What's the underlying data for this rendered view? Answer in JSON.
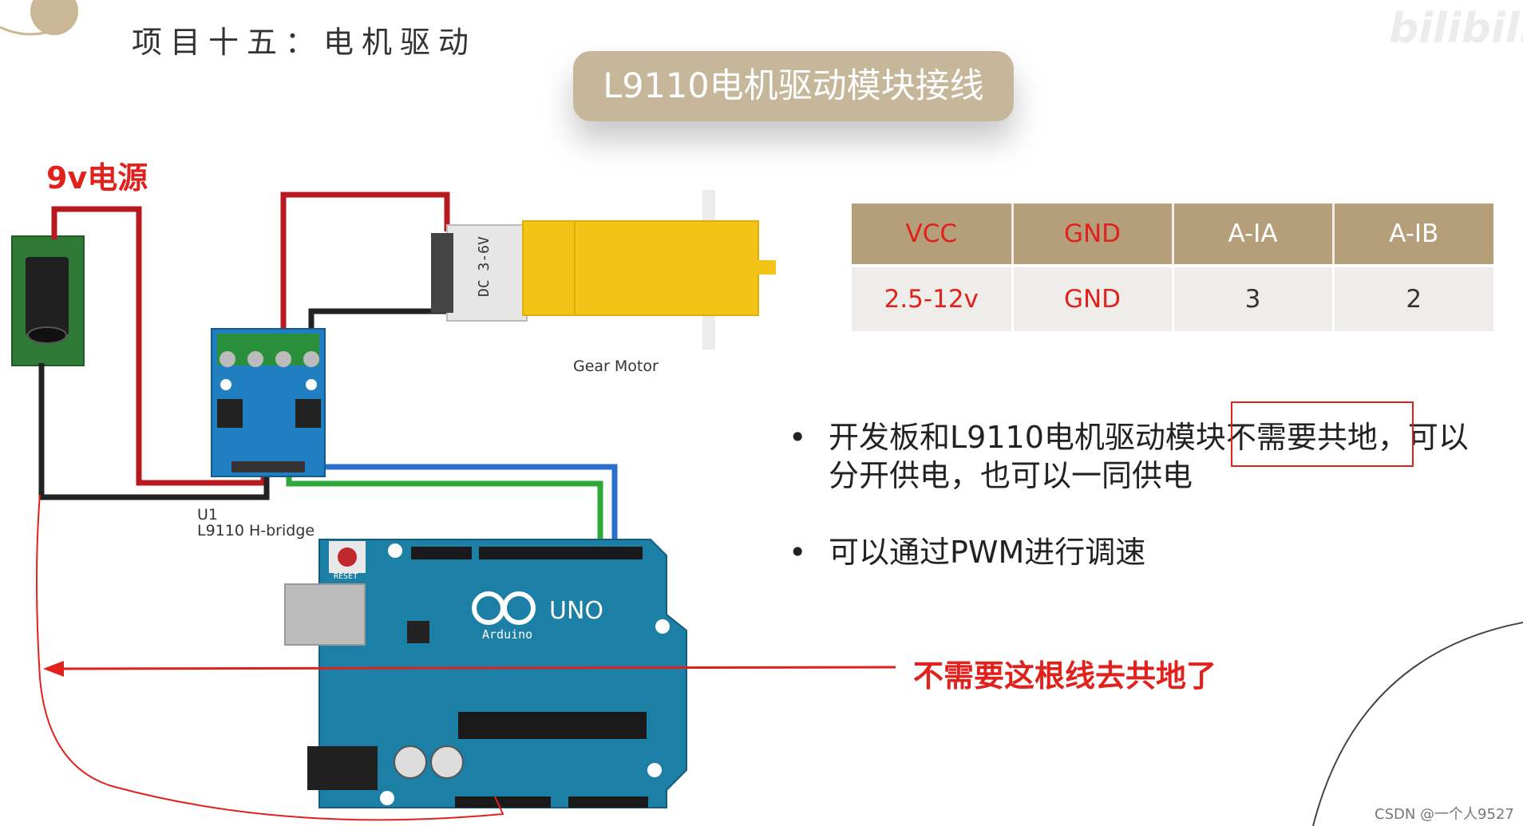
{
  "slide": {
    "title": "项目十五：电机驱动",
    "banner": "L9110电机驱动模块接线"
  },
  "diagram": {
    "power_label": "9v电源",
    "motor_label": "Gear Motor",
    "motor_voltage": "DC 3-6V",
    "driver_ref": "U1",
    "driver_label": "L9110 H-bridge",
    "board_model": "UNO",
    "board_brand": "Arduino",
    "board_reset": "RESET",
    "annotation": "不需要这根线去共地了"
  },
  "pin_table": {
    "headers": [
      "VCC",
      "GND",
      "A-IA",
      "A-IB"
    ],
    "values": [
      "2.5-12v",
      "GND",
      "3",
      "2"
    ]
  },
  "bullets": {
    "b1_pre": "开发板和L9110电机驱动模块",
    "b1_highlight": "不需要共地，",
    "b1_post": "可以分开供电，也可以一同供电",
    "b2": "可以通过PWM进行调速"
  },
  "watermark": "CSDN @一个人9527",
  "logo_text": "bilibili",
  "colors": {
    "accent": "#e0211c",
    "header": "#b59f7b",
    "banner": "#c6b69a",
    "board": "#1b7fa6"
  }
}
